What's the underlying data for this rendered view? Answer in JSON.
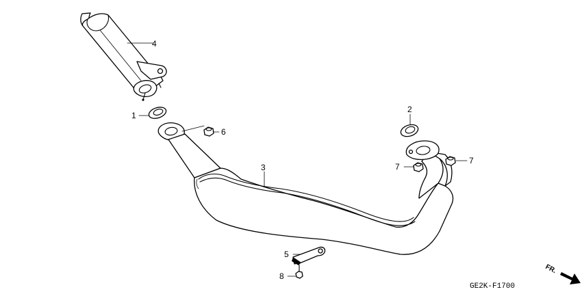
{
  "diagram_code": "GE2K-F1700",
  "direction_label": "FR.",
  "callouts": [
    {
      "id": "callout-1",
      "label": "1"
    },
    {
      "id": "callout-2",
      "label": "2"
    },
    {
      "id": "callout-3",
      "label": "3"
    },
    {
      "id": "callout-4",
      "label": "4"
    },
    {
      "id": "callout-5",
      "label": "5"
    },
    {
      "id": "callout-6",
      "label": "6"
    },
    {
      "id": "callout-7a",
      "label": "7"
    },
    {
      "id": "callout-7b",
      "label": "7"
    },
    {
      "id": "callout-8",
      "label": "8"
    }
  ]
}
